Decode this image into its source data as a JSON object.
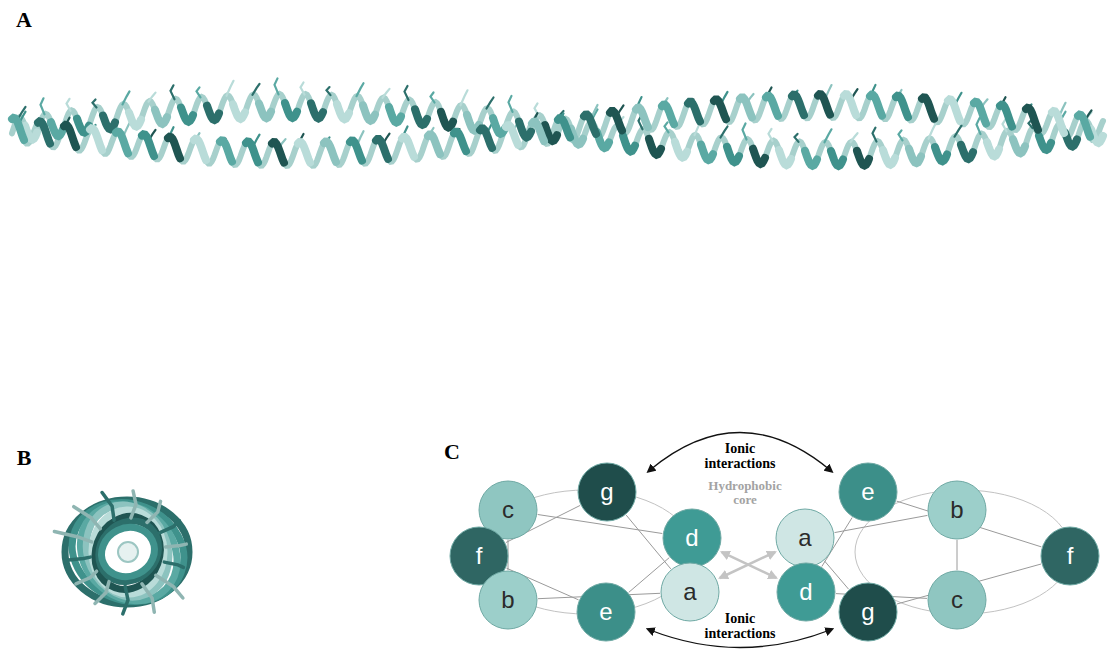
{
  "diagram": {
    "nodes": [
      {
        "text": [
          "c"
        ]
      },
      {
        "text": [
          "g"
        ]
      },
      {
        "text": [
          "d"
        ]
      },
      {
        "text": [
          "f"
        ]
      },
      {
        "text": [
          "a"
        ]
      },
      {
        "text": [
          "b"
        ]
      },
      {
        "text": [
          "e"
        ]
      },
      {
        "text": [
          "e"
        ]
      },
      {
        "text": [
          "b"
        ]
      },
      {
        "text": [
          "a"
        ]
      },
      {
        "text": [
          "f"
        ]
      },
      {
        "text": [
          "d"
        ]
      },
      {
        "text": [
          "c"
        ]
      },
      {
        "text": [
          "g"
        ]
      }
    ],
    "edges": [
      {
        "from": 4,
        "to": 5,
        "arrow": "none"
      },
      {
        "from": 5,
        "to": 0,
        "arrow": "none"
      },
      {
        "from": 0,
        "to": 2,
        "arrow": "none"
      },
      {
        "from": 2,
        "to": 6,
        "arrow": "none"
      },
      {
        "from": 6,
        "to": 3,
        "arrow": "none"
      },
      {
        "from": 3,
        "to": 1,
        "arrow": "none"
      },
      {
        "from": 1,
        "to": 4,
        "arrow": "none"
      },
      {
        "from": 9,
        "to": 8,
        "arrow": "none"
      },
      {
        "from": 8,
        "to": 12,
        "arrow": "none"
      },
      {
        "from": 12,
        "to": 11,
        "arrow": "none"
      },
      {
        "from": 11,
        "to": 7,
        "arrow": "none"
      },
      {
        "from": 7,
        "to": 10,
        "arrow": "none"
      },
      {
        "from": 10,
        "to": 13,
        "arrow": "none"
      },
      {
        "from": 13,
        "to": 9,
        "arrow": "none"
      },
      {
        "from": 2,
        "to": 11,
        "arrow": "both"
      },
      {
        "from": 4,
        "to": 9,
        "arrow": "both"
      }
    ],
    "labels": [
      "A",
      "B",
      "C",
      "Ionic interactions",
      "Hydrophobic core",
      "Ionic interactions"
    ]
  }
}
